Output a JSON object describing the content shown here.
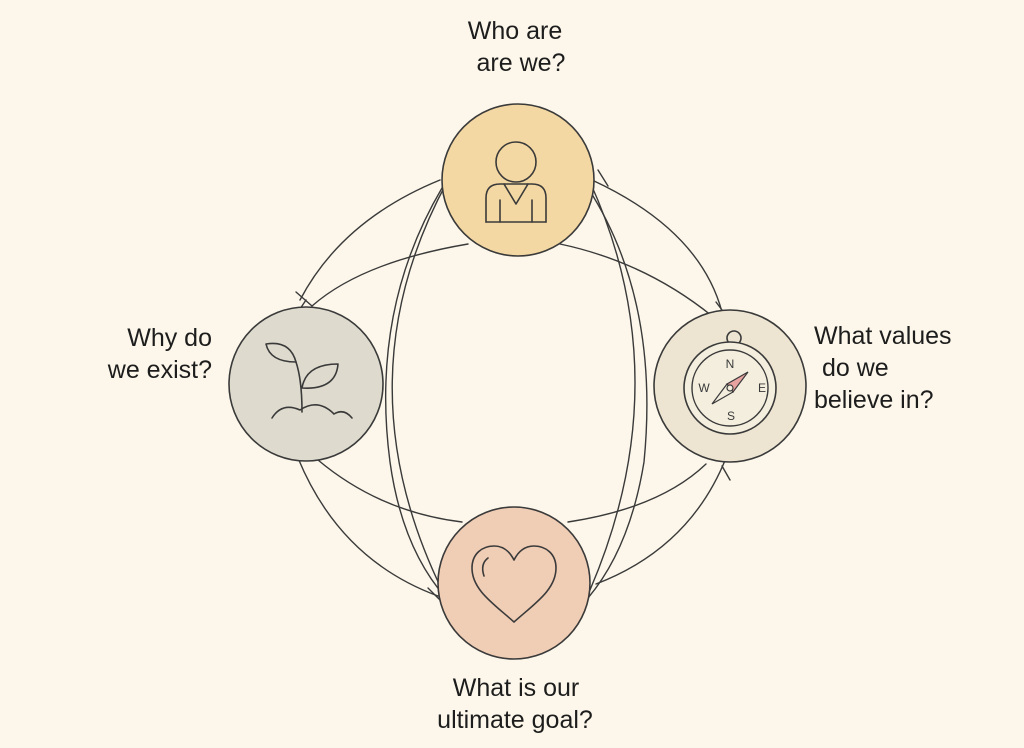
{
  "nodes": {
    "top": {
      "lines": [
        "Who are",
        "are we?"
      ],
      "icon": "person-icon",
      "fill": "#f4d8a3"
    },
    "right": {
      "lines": [
        "What values",
        "do we",
        "believe in?"
      ],
      "icon": "compass-icon",
      "fill": "#ede5d2",
      "compass": {
        "n": "N",
        "e": "E",
        "s": "S",
        "w": "W"
      }
    },
    "bottom": {
      "lines": [
        "What is our",
        "ultimate goal?"
      ],
      "icon": "heart-icon",
      "fill": "#f0cdb5"
    },
    "left": {
      "lines": [
        "Why do",
        "we exist?"
      ],
      "icon": "sprout-icon",
      "fill": "#dedbce"
    }
  },
  "colors": {
    "background": "#fcf7ea",
    "stroke": "#3a3a3a",
    "compass_needle": "#e8a3a0"
  }
}
